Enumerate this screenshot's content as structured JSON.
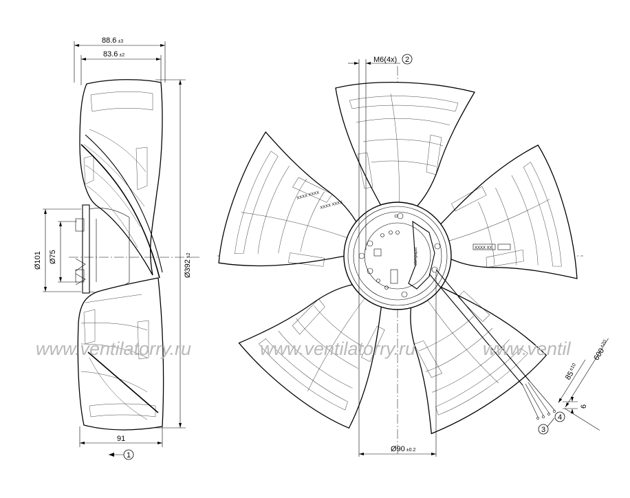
{
  "side_view": {
    "dim_width_outer": "88.6",
    "dim_width_outer_tol": "±3",
    "dim_width_inner": "83.6",
    "dim_width_inner_tol": "±2",
    "dim_dia_101": "Ø101",
    "dim_dia_75": "Ø75",
    "dim_dia_392": "Ø392",
    "dim_dia_392_tol": "±2",
    "dim_bottom_91": "91",
    "callout_1": "1"
  },
  "front_view": {
    "dim_screw": "M6(4x)",
    "callout_2": "2",
    "dim_hub_dia": "Ø90",
    "dim_hub_dia_tol": "±0.2",
    "dim_cable_600": "600",
    "dim_cable_600_tol": "+20",
    "dim_cable_85": "85",
    "dim_cable_85_tol": "±10",
    "dim_cable_6": "6",
    "callout_3": "3",
    "callout_4": "4",
    "blade_label_a": "XXXX XX",
    "blade_label_b": "XXXX XXXX",
    "blade_label_c": "XXXX XXXX",
    "hub_brand": "ebmpapst"
  },
  "watermark": {
    "text_1": "www.ventilatorry.ru",
    "text_2": "www.ventilatorry.ru",
    "text_3": "www.ventil"
  }
}
